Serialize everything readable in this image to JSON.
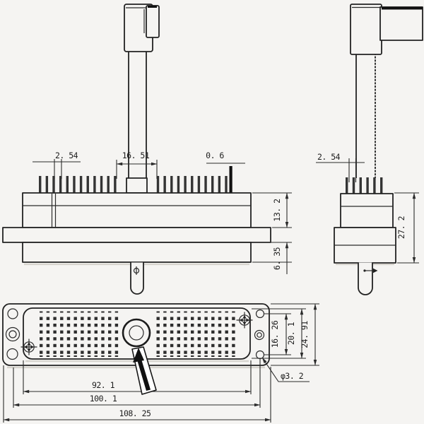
{
  "colors": {
    "background": "#f5f4f2",
    "line": "#222222"
  },
  "front_view": {
    "dim_pin_pitch": "2. 54",
    "dim_stem_width": "16. 51",
    "dim_pin_width": "0. 6",
    "dim_upper_body_height": "13. 2",
    "dim_lower_body_height": "6. 35"
  },
  "side_view": {
    "dim_pin_pitch": "2. 54",
    "dim_total_height": "27. 2"
  },
  "bottom_view": {
    "dim_hole_pitch_vertical": "16. 26",
    "dim_insert_width": "20. 1",
    "dim_flange_width": "24. 91",
    "dim_hole_diameter": "φ3. 2",
    "dim_insert_length": "92. 1",
    "dim_hole_span": "100. 1",
    "dim_flange_length": "108. 25"
  }
}
